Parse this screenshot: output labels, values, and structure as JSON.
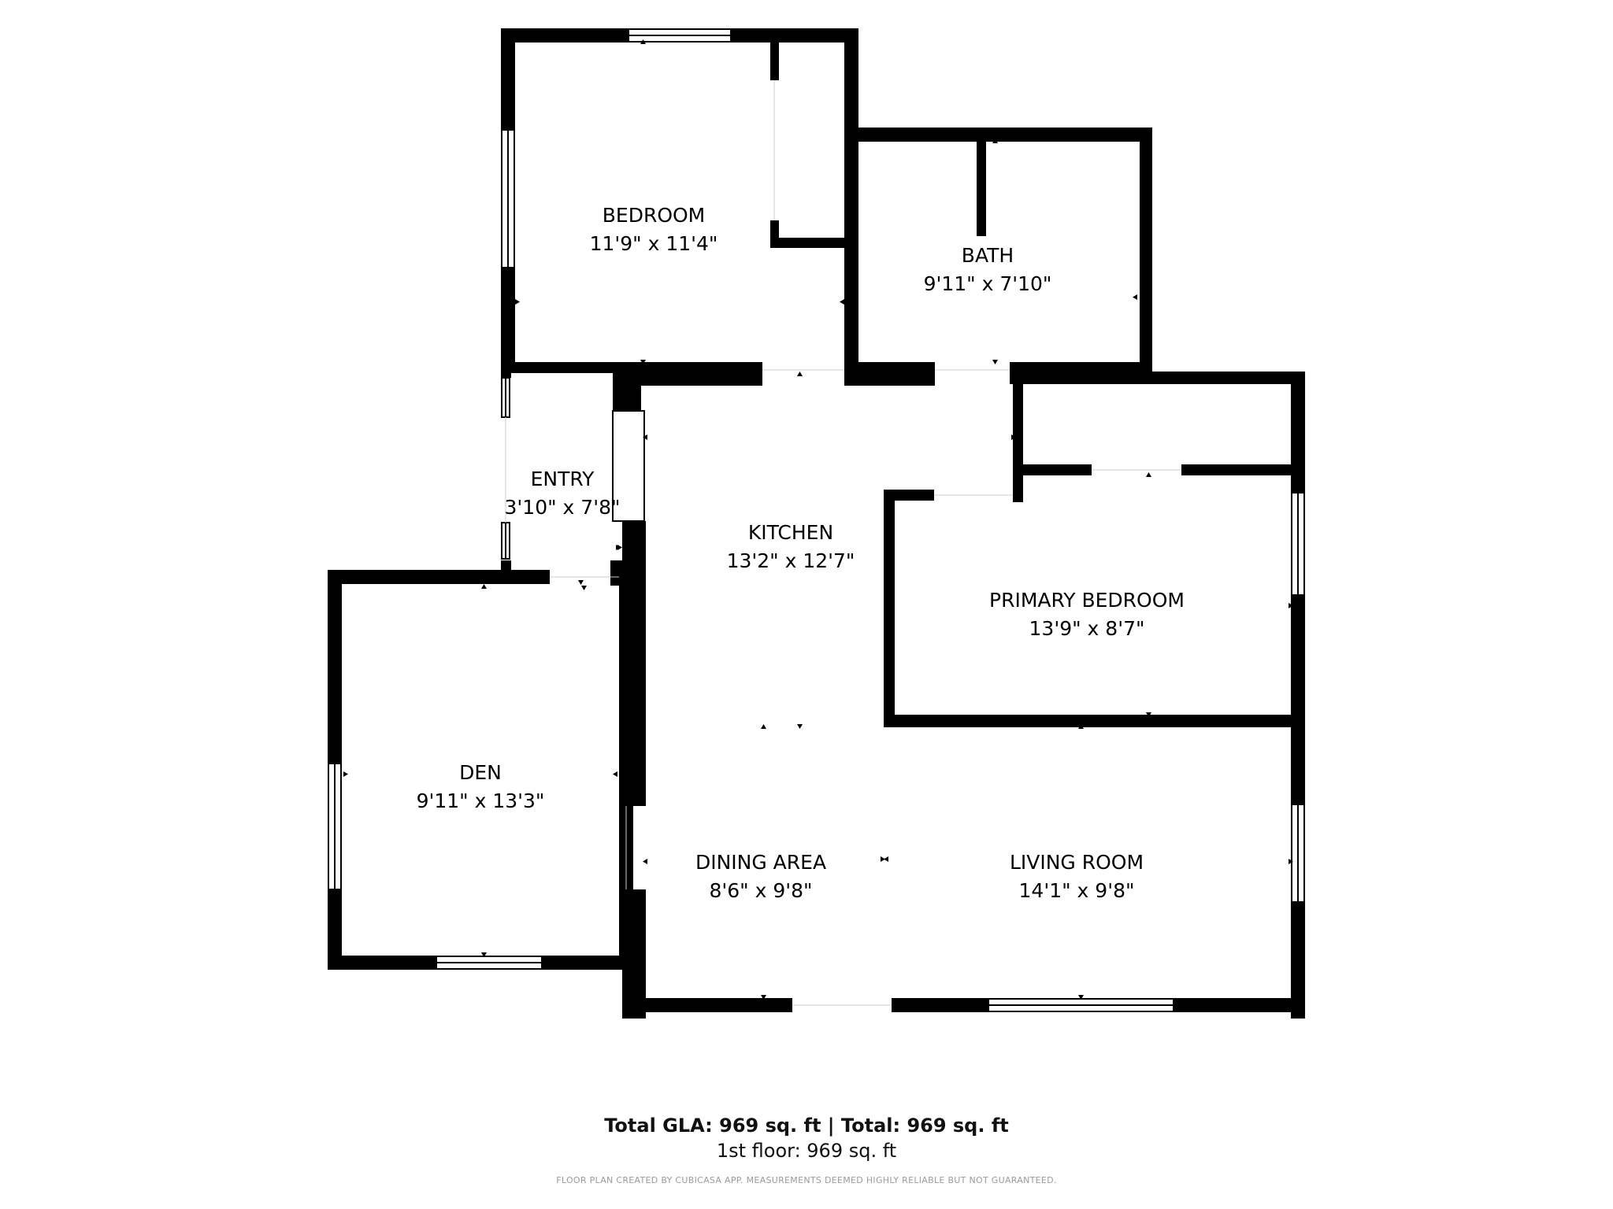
{
  "plan": {
    "wall_color": "#000000",
    "window_color": "#ffffff",
    "rooms": [
      {
        "id": "bedroom",
        "name": "BEDROOM",
        "dims": "11'9\" x 11'4\""
      },
      {
        "id": "bath",
        "name": "BATH",
        "dims": "9'11\" x 7'10\""
      },
      {
        "id": "entry",
        "name": "ENTRY",
        "dims": "3'10\" x 7'8\""
      },
      {
        "id": "kitchen",
        "name": "KITCHEN",
        "dims": "13'2\" x 12'7\""
      },
      {
        "id": "primary-bedroom",
        "name": "PRIMARY BEDROOM",
        "dims": "13'9\" x 8'7\""
      },
      {
        "id": "den",
        "name": "DEN",
        "dims": "9'11\" x 13'3\""
      },
      {
        "id": "dining-area",
        "name": "DINING AREA",
        "dims": "8'6\" x 9'8\""
      },
      {
        "id": "living-room",
        "name": "LIVING ROOM",
        "dims": "14'1\" x 9'8\""
      }
    ]
  },
  "totals": {
    "line1": "Total GLA: 969 sq. ft | Total: 969 sq. ft",
    "line2": "1st floor: 969 sq. ft"
  },
  "footer": {
    "disclaimer": "FLOOR PLAN CREATED BY CUBICASA APP. MEASUREMENTS DEEMED HIGHLY RELIABLE BUT NOT GUARANTEED."
  }
}
